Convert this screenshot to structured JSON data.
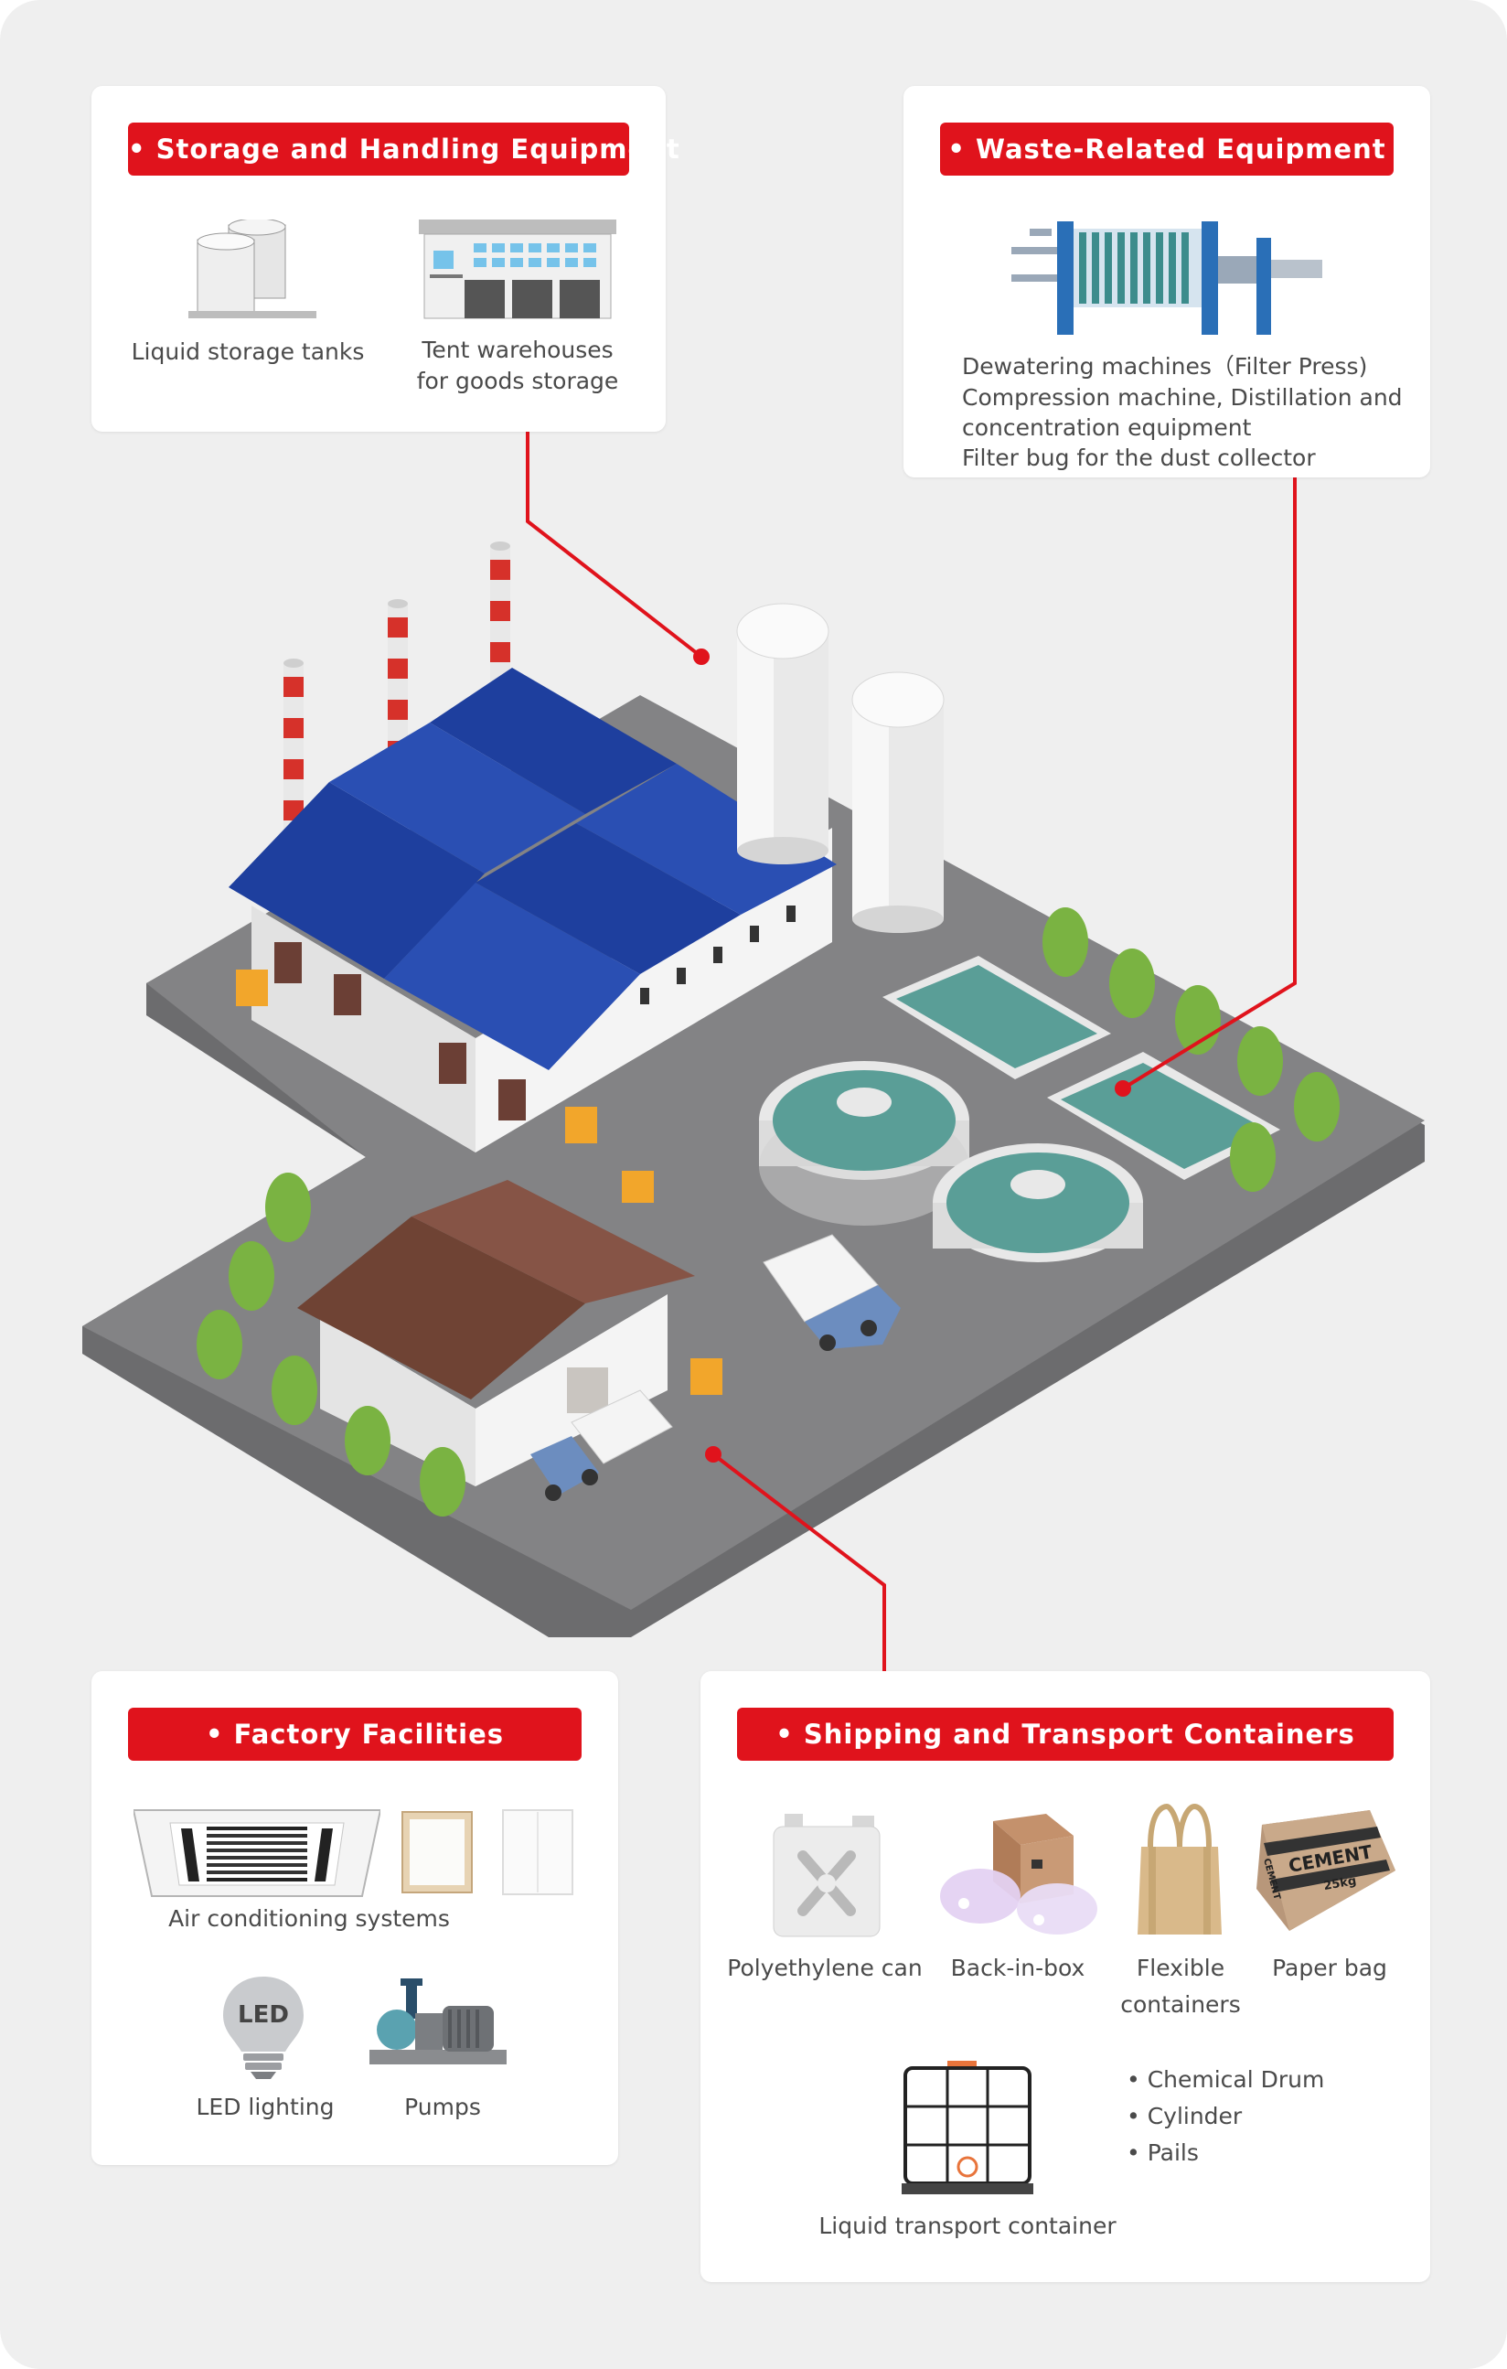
{
  "storage": {
    "title": "• Storage and Handling Equipment",
    "items": [
      {
        "icon": "liquid-storage-tank-icon",
        "label": "Liquid storage tanks"
      },
      {
        "icon": "tent-warehouse-icon",
        "label_line1": "Tent warehouses",
        "label_line2": "for goods storage"
      }
    ]
  },
  "waste": {
    "title": "• Waste-Related Equipment",
    "icon": "filter-press-icon",
    "lines": [
      "Dewatering machines（Filter Press)",
      "Compression machine, Distillation and",
      "concentration equipment",
      "Filter bug for the dust collector"
    ]
  },
  "factory": {
    "title": "• Factory Facilities",
    "air_label": "Air conditioning systems",
    "led_label": "LED lighting",
    "led_text": "LED",
    "pumps_label": "Pumps"
  },
  "shipping": {
    "title": "• Shipping and Transport Containers",
    "items": [
      {
        "icon": "polyethylene-can-icon",
        "label": "Polyethylene can"
      },
      {
        "icon": "bag-in-box-icon",
        "label": "Back-in-box"
      },
      {
        "icon": "flexible-container-icon",
        "label_line1": "Flexible",
        "label_line2": "containers"
      },
      {
        "icon": "paper-bag-icon",
        "label": "Paper bag",
        "bag_text": "CEMENT",
        "bag_side_text": "CEMENT",
        "bag_weight": "25kg"
      }
    ],
    "ibc_label": "Liquid transport container",
    "bullets": [
      "• Chemical Drum",
      "• Cylinder",
      "• Pails"
    ]
  },
  "colors": {
    "accent_red": "#e0131c",
    "roof_blue": "#1a3a94",
    "roof_brown": "#7a4a3a",
    "ground_gray": "#7d7d7f",
    "water_teal": "#5a9e97",
    "tree_green": "#7ab342"
  }
}
